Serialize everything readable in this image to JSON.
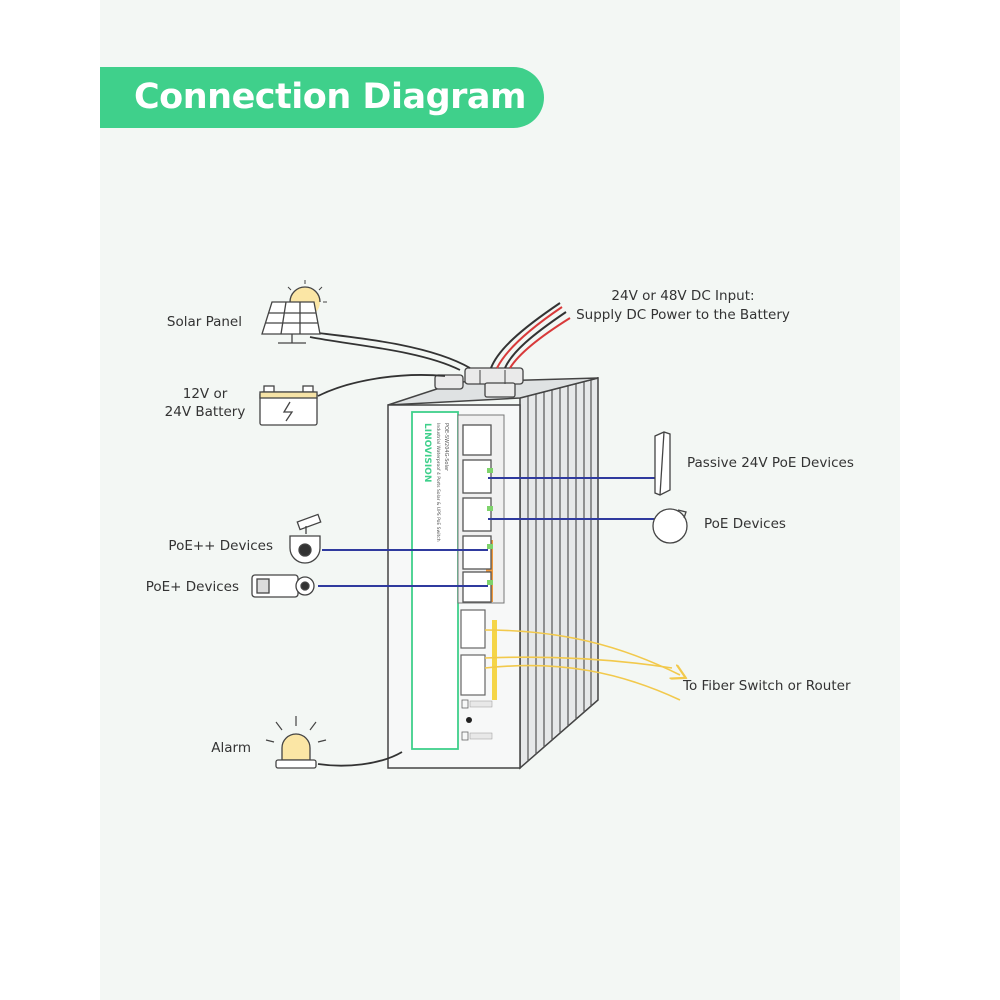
{
  "title": "Connection Diagram",
  "labels": {
    "solar_panel": "Solar Panel",
    "battery_line1": "12V or",
    "battery_line2": "24V Battery",
    "dc_input_line1": "24V or 48V DC Input:",
    "dc_input_line2": "Supply DC Power to the Battery",
    "passive_poe": "Passive 24V PoE Devices",
    "poe_devices": "PoE Devices",
    "poepp_devices": "PoE++ Devices",
    "poep_devices": "PoE+ Devices",
    "fiber": "To Fiber Switch or Router",
    "alarm": "Alarm"
  },
  "device": {
    "brand": "LINOVISION",
    "model_line1": "Industrial Waterproof 4 Ports Solar & UPS PoE Switch",
    "model_line2": "POE-SW204G-Solar"
  },
  "colors": {
    "accent": "#3fd08b",
    "poe_line": "#2f3a9e",
    "fiber_line": "#f2c94c",
    "dc_red": "#d83a3a"
  }
}
